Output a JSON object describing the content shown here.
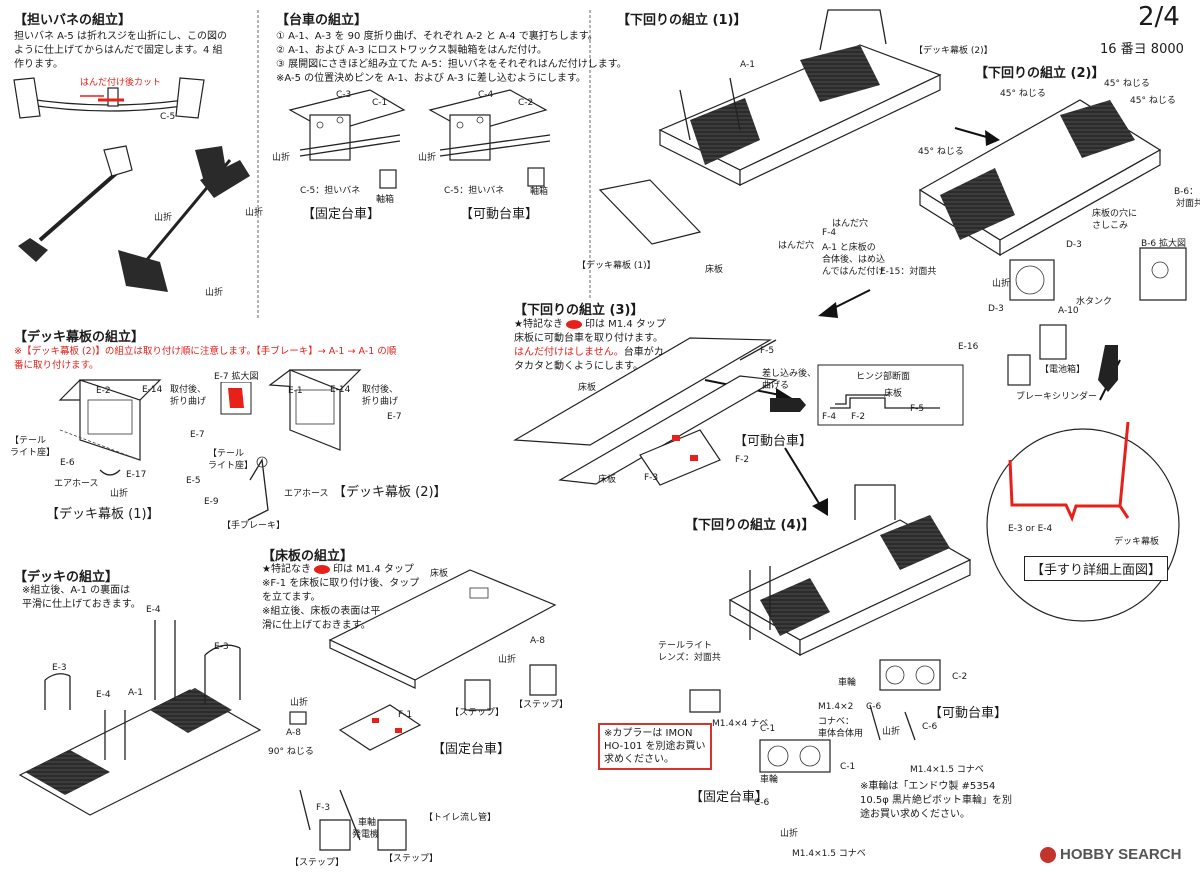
{
  "header": {
    "page": "2/4",
    "model": "16 番ヨ 8000"
  },
  "spring": {
    "title": "【担いバネの組立】",
    "lines": [
      "担いバネ A-5 は折れスジを山折にし、この図の",
      "ように仕上げてからはんだで固定します。4 組",
      "作ります。"
    ],
    "cut_label": "はんだ付け後カット",
    "part": "C-5",
    "fold1": "山折",
    "fold2": "山折",
    "fold3": "山折"
  },
  "bogie": {
    "title": "【台車の組立】",
    "lines": [
      "① A-1、A-3 を 90 度折り曲げ、それぞれ A-2 と A-4 で裏打ちします。",
      "② A-1、および A-3 にロストワックス製軸箱をはんだ付け。",
      "③ 展開図にさきほど組み立てた A-5：担いバネをそれぞれはんだ付けします。",
      "※A-5 の位置決めピンを A-1、および A-3 に差し込むようにします。"
    ],
    "fixed_parts": {
      "c3": "C-3",
      "c1": "C-1",
      "fold": "山折",
      "c5": "C-5：担いバネ",
      "box": "軸箱"
    },
    "movable_parts": {
      "c4": "C-4",
      "c2": "C-2",
      "fold": "山折",
      "c5": "C-5：担いバネ",
      "box": "軸箱"
    },
    "fixed_caption": "【固定台車】",
    "movable_caption": "【可動台車】"
  },
  "under1": {
    "title": "【下回りの組立 (1)】",
    "labels": {
      "a1": "A-1",
      "deck2": "【デッキ幕板 (2)】",
      "deck1": "【デッキ幕板 (1)】",
      "floor": "床板",
      "solder1": "はんだ穴",
      "solder2": "はんだ穴",
      "f4": "F-4",
      "f4note1": "A-1 と床板の",
      "f4note2": "合体後、はめ込",
      "f4note3": "んではんだ付け"
    }
  },
  "under2": {
    "title": "【下回りの組立 (2)】",
    "labels": {
      "twist1": "45° ねじる",
      "twist2": "45° ねじる",
      "twist3": "45° ねじる",
      "twist4": "45° ねじる",
      "b6": "B-6：",
      "b6b": "対面共",
      "hole1": "床板の穴に",
      "hole2": "さしこみ",
      "b6zoom": "B-6 拡大図",
      "d3a": "D-3",
      "d3b": "D-3",
      "e15": "E-15：対面共",
      "fold": "山折",
      "a10": "A-10",
      "tank": "水タンク",
      "e16": "E-16",
      "battery": "【電池箱】",
      "brake": "ブレーキシリンダー"
    }
  },
  "under3": {
    "title": "【下回りの組立 (3)】",
    "lines": [
      "★特記なき",
      "印は M1.4 タップ",
      "床板に可動台車を取り付けます。",
      "はんだ付けはしません。",
      "台車がカ",
      "タカタと動くようにします。"
    ],
    "labels": {
      "f5": "F-5",
      "insert1": "差し込み後、",
      "insert2": "曲げる",
      "floor1": "床板",
      "floor2": "床板",
      "f3": "F-3",
      "f2": "F-2",
      "movable": "【可動台車】",
      "hinge": "ヒンジ部断面",
      "hfloor": "床板",
      "hf4": "F-4",
      "hf2": "F-2",
      "hf5": "F-5"
    }
  },
  "handrail": {
    "label": "E-3 or E-4",
    "deck": "デッキ幕板",
    "caption": "【手すり詳細上面図】"
  },
  "deck": {
    "title": "【デッキ幕板の組立】",
    "note1": "※【デッキ幕板 (2)】の組立は取り付け順に注意します。【手ブレーキ】→ A-1 → A-1 の順",
    "note2": "番に取り付けます。",
    "zoom": "E-7 拡大図",
    "labels": {
      "e2": "E-2",
      "e14a": "E-14",
      "attach1": "取付後、",
      "bend1": "折り曲げ",
      "e1": "E-1",
      "e14b": "E-14",
      "attach2": "取付後、",
      "bend2": "折り曲げ",
      "e7a": "E-7",
      "e7b": "E-7",
      "tail1": "【テール",
      "tail1b": "ライト座】",
      "e6": "E-6",
      "air1": "エアホース",
      "e17": "E-17",
      "fold": "山折",
      "tail2": "【テール",
      "tail2b": "ライト座】",
      "e5": "E-5",
      "e9": "E-9",
      "air2": "エアホース",
      "handbrake": "【手ブレーキ】"
    },
    "cap1": "【デッキ幕板 (1)】",
    "cap2": "【デッキ幕板 (2)】"
  },
  "deckasm": {
    "title": "【デッキの組立】",
    "lines": [
      "※組立後、A-1 の裏面は",
      "平滑に仕上げておきます。"
    ],
    "labels": {
      "e4a": "E-4",
      "e3a": "E-3",
      "e3b": "E-3",
      "e4b": "E-4",
      "a1": "A-1"
    }
  },
  "floor": {
    "title": "【床板の組立】",
    "lines": [
      "★特記なき",
      "印は M1.4 タップ",
      "※F-1 を床板に取り付け後、タップ",
      "を立てます。",
      "※組立後、床板の表面は平",
      "滑に仕上げておきます。"
    ],
    "labels": {
      "floor": "床板",
      "a8a": "A-8",
      "fold1": "山折",
      "step1": "【ステップ】",
      "step2": "【ステップ】",
      "fold2": "山折",
      "a8b": "A-8",
      "f1": "F-1",
      "twist": "90° ねじる",
      "f3": "F-3",
      "toilet": "【トイレ流し管】",
      "axle1": "車軸",
      "axle2": "発電機",
      "step3": "【ステップ】",
      "step4": "【ステップ】",
      "fixed": "【固定台車】"
    }
  },
  "under4": {
    "title": "【下回りの組立 (4)】",
    "labels": {
      "tail1": "テールライト",
      "tail2": "レンズ：対面共",
      "wheel1": "車輪",
      "c2": "C-2",
      "m14x2": "M1.4×2",
      "kona1": "コナベ：",
      "kona2": "車体合体用",
      "c6a": "C-6",
      "fold1": "山折",
      "c6b": "C-6",
      "movable": "【可動台車】",
      "m14x4": "M1.4×4 ナベ",
      "c1a": "C-1",
      "c1b": "C-1",
      "wheel2": "車輪",
      "c6c": "C-6",
      "fold2": "山折",
      "fixed": "【固定台車】",
      "m14x15a": "M1.4×1.5 コナベ",
      "m14x15b": "M1.4×1.5 コナベ"
    },
    "coupler_note": [
      "※カプラーは IMON",
      "HO-101 を別途お買い",
      "求めください。"
    ],
    "wheel_note": [
      "※車輪は「エンドウ製 #5354",
      "10.5φ 黒片絶ピボット車輪」を別",
      "途お買い求めください。"
    ]
  },
  "watermark": "HOBBY SEARCH"
}
